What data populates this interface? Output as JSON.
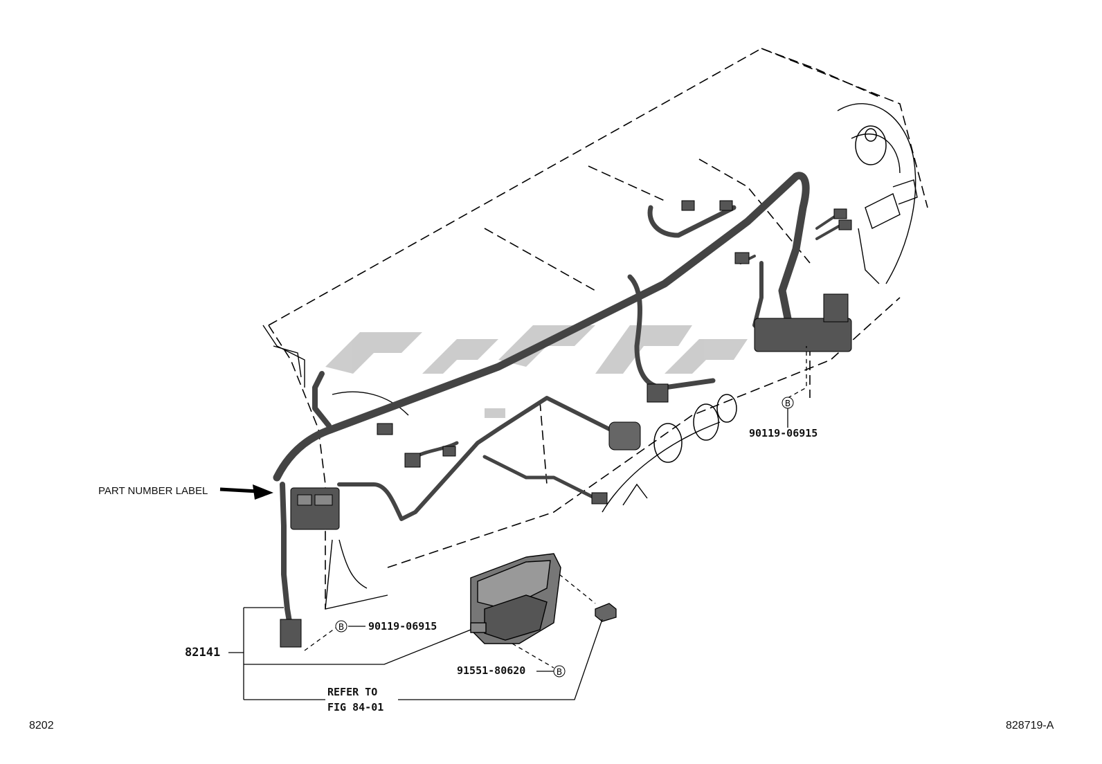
{
  "diagram": {
    "drawing_number": "8202",
    "illustration_id": "828719-A",
    "callouts": {
      "main_part": "82141",
      "part_number_label": "PART NUMBER LABEL",
      "bolt_right": "90119-06915",
      "bolt_left": "90119-06915",
      "clip": "91551-80620",
      "refer_line1": "REFER TO",
      "refer_line2": "FIG 84-01",
      "symbol_b": "B"
    }
  }
}
